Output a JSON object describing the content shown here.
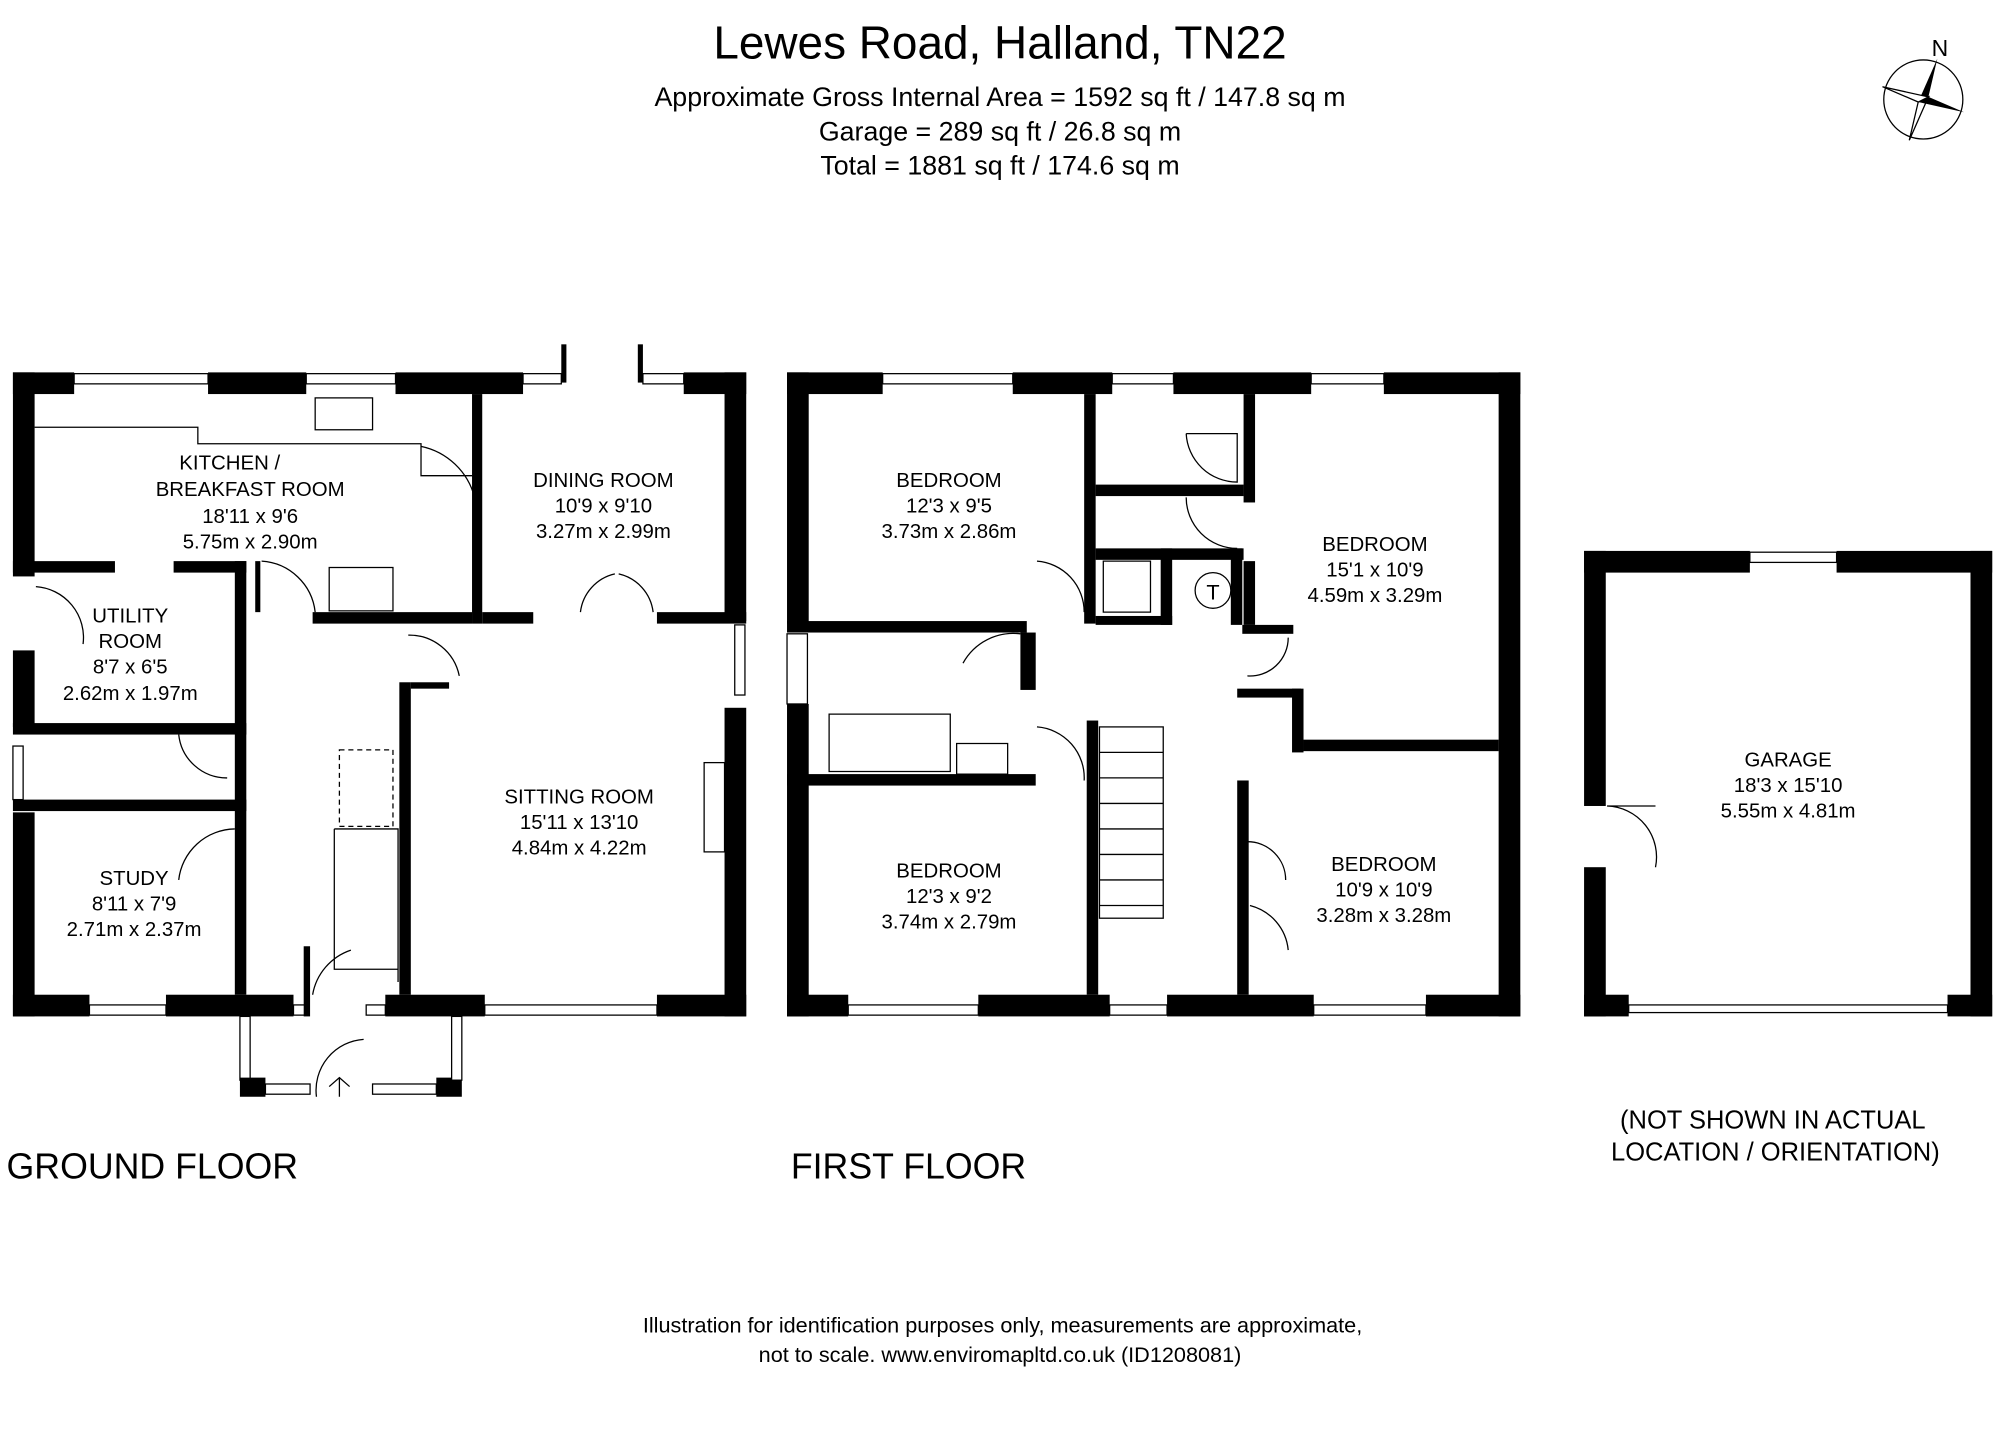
{
  "header": {
    "title": "Lewes Road, Halland, TN22",
    "gross_area": "Approximate Gross Internal Area = 1592 sq ft / 147.8 sq m",
    "garage_area": "Garage = 289 sq ft / 26.8 sq m",
    "total_area": "Total = 1881 sq ft  / 174.6 sq m"
  },
  "compass": {
    "label": "N"
  },
  "ground_floor": {
    "label": "GROUND FLOOR",
    "rooms": [
      {
        "name": "KITCHEN /",
        "name2": "BREAKFAST ROOM",
        "imperial": "18'11 x 9'6",
        "metric": "5.75m x 2.90m"
      },
      {
        "name": "DINING ROOM",
        "imperial": "10'9 x 9'10",
        "metric": "3.27m x 2.99m"
      },
      {
        "name": "UTILITY",
        "name2": "ROOM",
        "imperial": "8'7 x 6'5",
        "metric": "2.62m x 1.97m"
      },
      {
        "name": "SITTING ROOM",
        "imperial": "15'11 x 13'10",
        "metric": "4.84m x 4.22m"
      },
      {
        "name": "STUDY",
        "imperial": "8'11 x 7'9",
        "metric": "2.71m x 2.37m"
      }
    ]
  },
  "first_floor": {
    "label": "FIRST FLOOR",
    "rooms": [
      {
        "name": "BEDROOM",
        "imperial": "12'3 x 9'5",
        "metric": "3.73m x 2.86m"
      },
      {
        "name": "BEDROOM",
        "imperial": "15'1 x 10'9",
        "metric": "4.59m x 3.29m"
      },
      {
        "name": "BEDROOM",
        "imperial": "12'3 x 9'2",
        "metric": "3.74m x 2.79m"
      },
      {
        "name": "BEDROOM",
        "imperial": "10'9 x 10'9",
        "metric": "3.28m x 3.28m"
      }
    ],
    "tank_label": "T"
  },
  "garage": {
    "name": "GARAGE",
    "imperial": "18'3 x 15'10",
    "metric": "5.55m x 4.81m",
    "note1": "(NOT SHOWN IN ACTUAL",
    "note2": "LOCATION / ORIENTATION)"
  },
  "footer": {
    "line1": "Illustration for identification purposes only, measurements are approximate,",
    "line2": "not to scale. www.enviromapltd.co.uk (ID1208081)"
  }
}
